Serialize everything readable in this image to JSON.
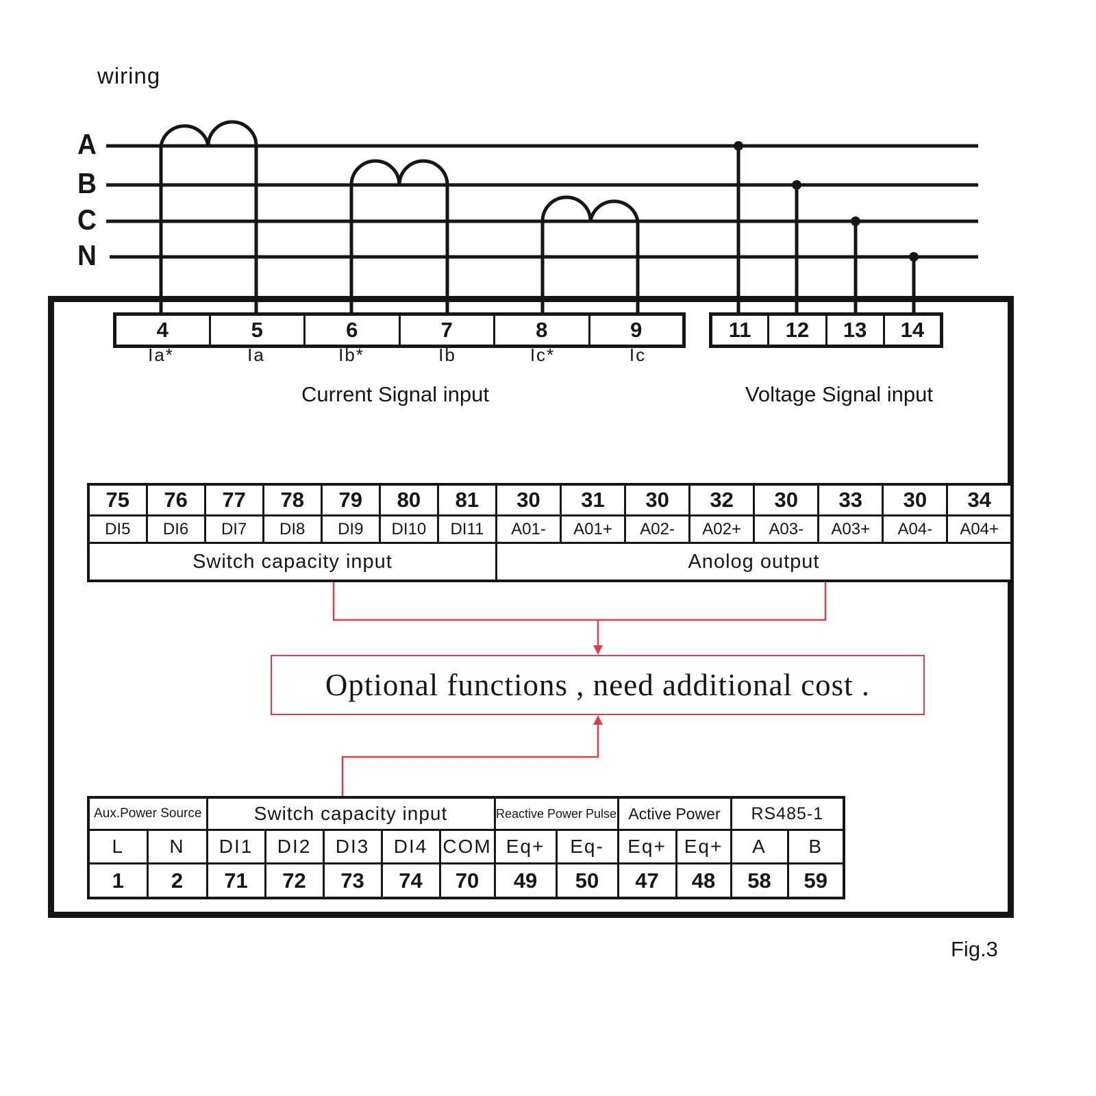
{
  "title": "wiring",
  "fig_label": "Fig.3",
  "phases": [
    "A",
    "B",
    "C",
    "N"
  ],
  "colors": {
    "line": "#161616",
    "accent_red": "#d9404a",
    "background": "#ffffff"
  },
  "current_terminals": {
    "numbers": [
      "4",
      "5",
      "6",
      "7",
      "8",
      "9"
    ],
    "labels": [
      "Ia*",
      "Ia",
      "Ib*",
      "Ib",
      "Ic*",
      "Ic"
    ],
    "caption": "Current Signal input"
  },
  "voltage_terminals": {
    "numbers": [
      "11",
      "12",
      "13",
      "14"
    ],
    "caption": "Voltage Signal input"
  },
  "middle_block": {
    "numbers": [
      "75",
      "76",
      "77",
      "78",
      "79",
      "80",
      "81",
      "30",
      "31",
      "30",
      "32",
      "30",
      "33",
      "30",
      "34"
    ],
    "labels": [
      "DI5",
      "DI6",
      "DI7",
      "DI8",
      "DI9",
      "DI10",
      "DI11",
      "A01-",
      "A01+",
      "A02-",
      "A02+",
      "A03-",
      "A03+",
      "A04-",
      "A04+"
    ],
    "group_left": "Switch capacity input",
    "group_right": "Anolog output"
  },
  "optional_note": "Optional functions , need additional cost .",
  "bottom_block": {
    "groups": [
      {
        "label": "Aux.Power Source",
        "span": 2
      },
      {
        "label": "Switch capacity input",
        "span": 5
      },
      {
        "label": "Reactive Power Pulse",
        "span": 2
      },
      {
        "label": "Active Power",
        "span": 2
      },
      {
        "label": "RS485-1",
        "span": 2
      }
    ],
    "labels": [
      "L",
      "N",
      "DI1",
      "DI2",
      "DI3",
      "DI4",
      "COM",
      "Eq+",
      "Eq-",
      "Eq+",
      "Eq+",
      "A",
      "B"
    ],
    "numbers": [
      "1",
      "2",
      "71",
      "72",
      "73",
      "74",
      "70",
      "49",
      "50",
      "47",
      "48",
      "58",
      "59"
    ]
  }
}
